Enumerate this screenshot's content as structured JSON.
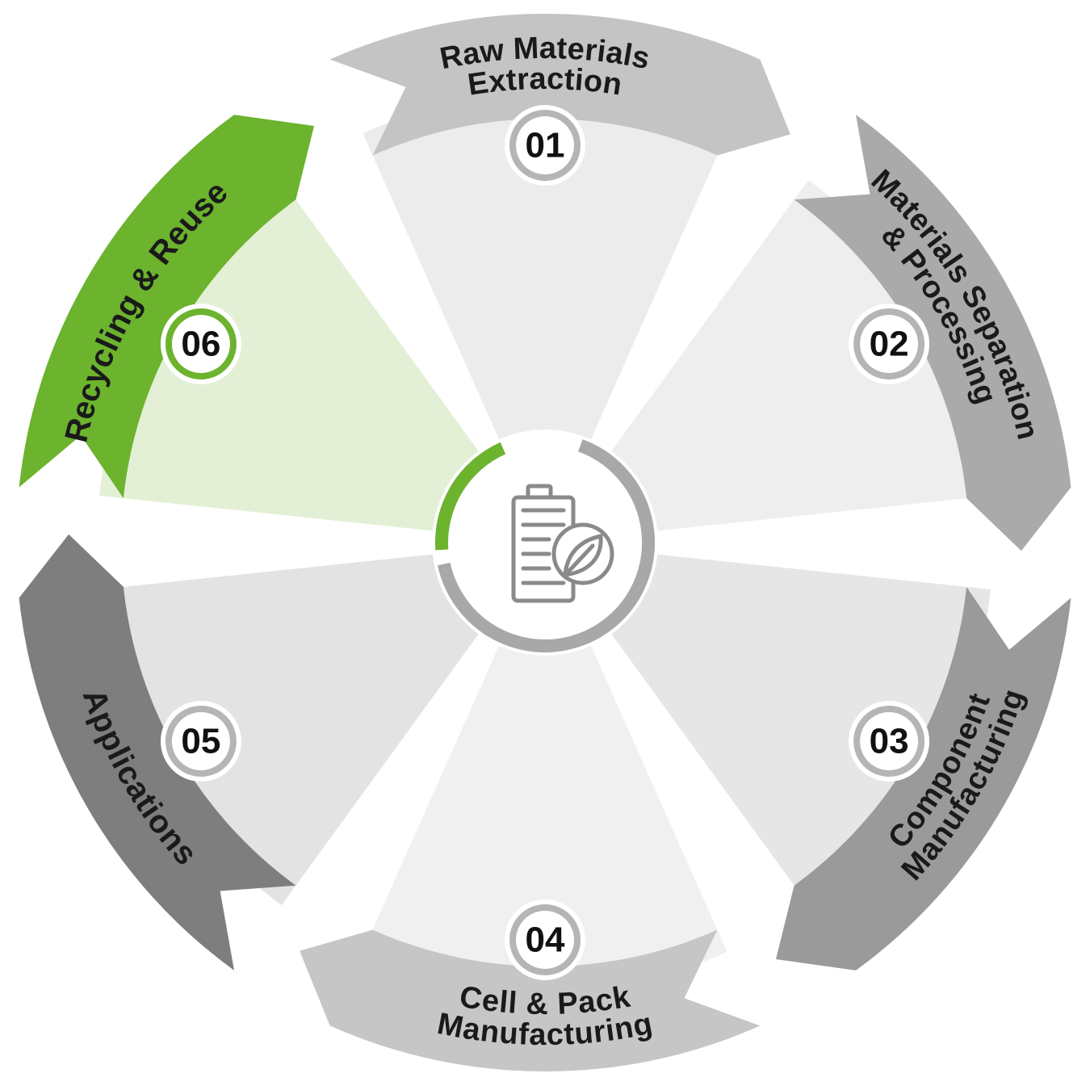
{
  "center": {
    "icon": "battery-leaf-icon"
  },
  "stages": [
    {
      "number": "01",
      "lines": [
        "Raw Materials",
        "Extraction"
      ],
      "ring_color": "#c4c4c4",
      "sector_color": "#ececec",
      "badge_ring": "#b5b5b5",
      "text_color": "#1a1a1a"
    },
    {
      "number": "02",
      "lines": [
        "Materials Separation",
        "& Processing"
      ],
      "ring_color": "#aaaaaa",
      "sector_color": "#eeeeee",
      "badge_ring": "#b5b5b5",
      "text_color": "#1a1a1a"
    },
    {
      "number": "03",
      "lines": [
        "Component",
        "Manufacturing"
      ],
      "ring_color": "#9a9a9a",
      "sector_color": "#e6e6e6",
      "badge_ring": "#b5b5b5",
      "text_color": "#1a1a1a"
    },
    {
      "number": "04",
      "lines": [
        "Cell & Pack",
        "Manufacturing"
      ],
      "ring_color": "#c6c6c6",
      "sector_color": "#f0f0f0",
      "badge_ring": "#b5b5b5",
      "text_color": "#1a1a1a"
    },
    {
      "number": "05",
      "lines": [
        "Applications"
      ],
      "ring_color": "#7e7e7e",
      "sector_color": "#e3e3e3",
      "badge_ring": "#b5b5b5",
      "text_color": "#ffffff"
    },
    {
      "number": "06",
      "lines": [
        "Recycling & Reuse"
      ],
      "ring_color": "#6cb32e",
      "sector_color": "#e3f0d5",
      "badge_ring": "#6cb32e",
      "text_color": "#1a1a1a"
    }
  ],
  "colors": {
    "accent_green": "#6cb32e",
    "hub_ring_gray": "#a8a8a8",
    "icon_gray": "#8a8a8a"
  }
}
